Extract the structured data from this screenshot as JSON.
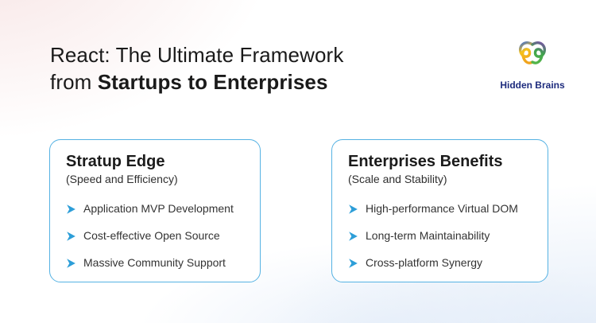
{
  "header": {
    "title_line1": "React: The Ultimate Framework",
    "title_line2_prefix": "from ",
    "title_line2_bold": "Startups to Enterprises",
    "logo_text": "Hidden Brains"
  },
  "cards": [
    {
      "title": "Stratup Edge",
      "subtitle": "(Speed and Efficiency)",
      "items": [
        "Application MVP Development",
        "Cost-effective Open Source",
        "Massive Community Support"
      ]
    },
    {
      "title": "Enterprises Benefits",
      "subtitle": "(Scale and Stability)",
      "items": [
        "High-performance Virtual DOM",
        "Long-term Maintainability",
        "Cross-platform Synergy"
      ]
    }
  ],
  "icons": {
    "bullet_icon": "chevron-right-arrow",
    "logo_icon": "hidden-brains-knot"
  },
  "colors": {
    "title_text": "#1a1a1a",
    "card_border": "#55b2e3",
    "bullet_arrow": "#2d9ed8",
    "body_text": "#333333",
    "logo_wordmark": "#1d2b7d",
    "background_top_left_tint": "#f6e2e2",
    "background_bottom_right_tint": "#dee9f7"
  }
}
